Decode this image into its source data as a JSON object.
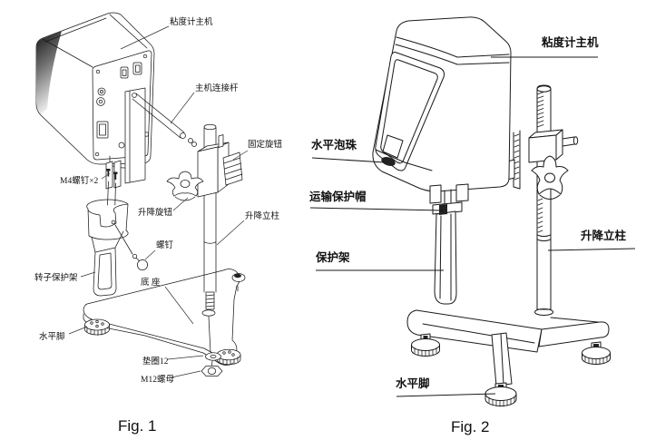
{
  "figure1": {
    "caption": "Fig. 1",
    "labels": {
      "main_unit": "粘度计主机",
      "connecting_rod": "主机连接杆",
      "fixing_knob": "固定旋钮",
      "m4_screws": "M4螺钉×2",
      "lifting_knob": "升降旋钮",
      "lifting_column": "升降立柱",
      "screw": "螺钉",
      "rotor_guard": "转子保护架",
      "base": "底 座",
      "leveling_foot": "水平脚",
      "washer": "垫圈12",
      "m12_nut": "M12螺母"
    }
  },
  "figure2": {
    "caption": "Fig. 2",
    "labels": {
      "main_unit": "粘度计主机",
      "level_bubble": "水平泡珠",
      "transport_cap": "运输保护帽",
      "guard": "保护架",
      "lifting_column": "升降立柱",
      "leveling_foot": "水平脚"
    }
  },
  "colors": {
    "ink": "#1a1a1a",
    "paper": "#ffffff"
  }
}
